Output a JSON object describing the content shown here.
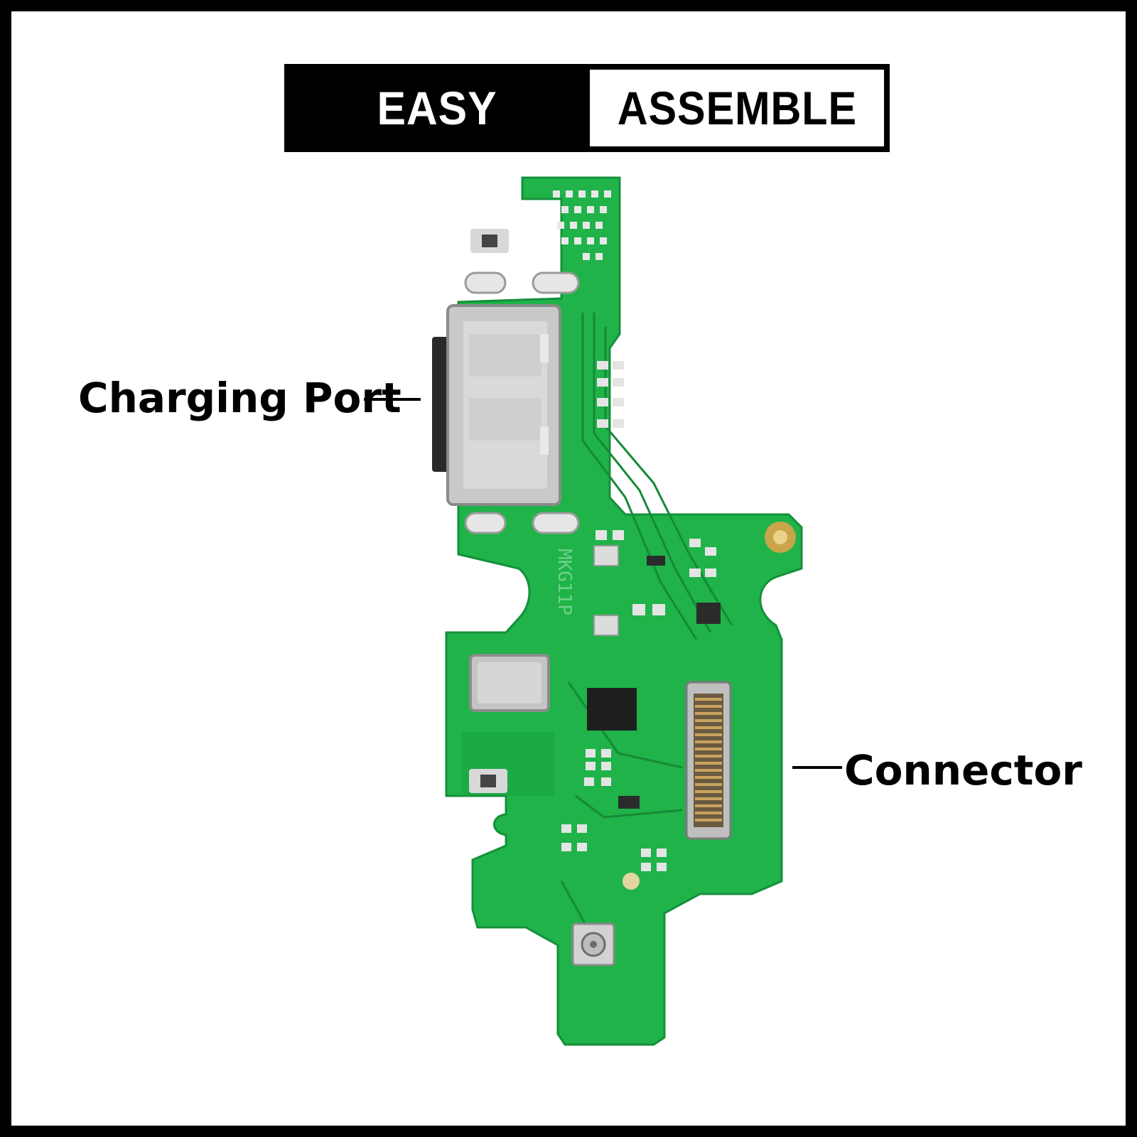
{
  "banner": {
    "left_text": "EASY",
    "right_text": "ASSEMBLE"
  },
  "callouts": {
    "charging_port": "Charging Port",
    "connector": "Connector"
  },
  "board_marking": "MKG11P",
  "colors": {
    "pcb_green": "#1fb34a",
    "pcb_dark": "#16953b",
    "metal": "#c9c9c9",
    "pad": "#e6e6e6",
    "chip": "#1e1e1e"
  }
}
